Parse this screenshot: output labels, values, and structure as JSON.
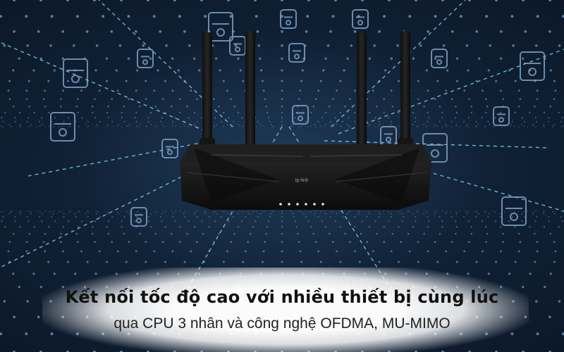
{
  "caption": {
    "headline": "Kết nối tốc độ cao với nhiều thiết bị cùng lúc",
    "subline": "qua CPU 3 nhân và công nghệ OFDMA, MU-MIMO"
  },
  "router": {
    "brand_logo": "tp-link",
    "antenna_count": 4,
    "led_count": 6
  },
  "background_icons": [
    "phone-icon",
    "camera-icon",
    "smartwatch-icon",
    "document-icon",
    "tablet-icon",
    "fridge-icon",
    "computer-icon",
    "speaker-icon",
    "music-icon",
    "gamepad-icon",
    "weather-icon",
    "cctv-icon",
    "robot-icon",
    "thermostat-icon",
    "devices-icon",
    "printer-icon",
    "laptop-icon"
  ],
  "colors": {
    "background": "#0d1b2d",
    "grid_dots": "#7fa6cc",
    "beam": "#8fe6ff",
    "router_body": "#141414",
    "headline_text": "#111111",
    "subline_text": "#222222"
  }
}
